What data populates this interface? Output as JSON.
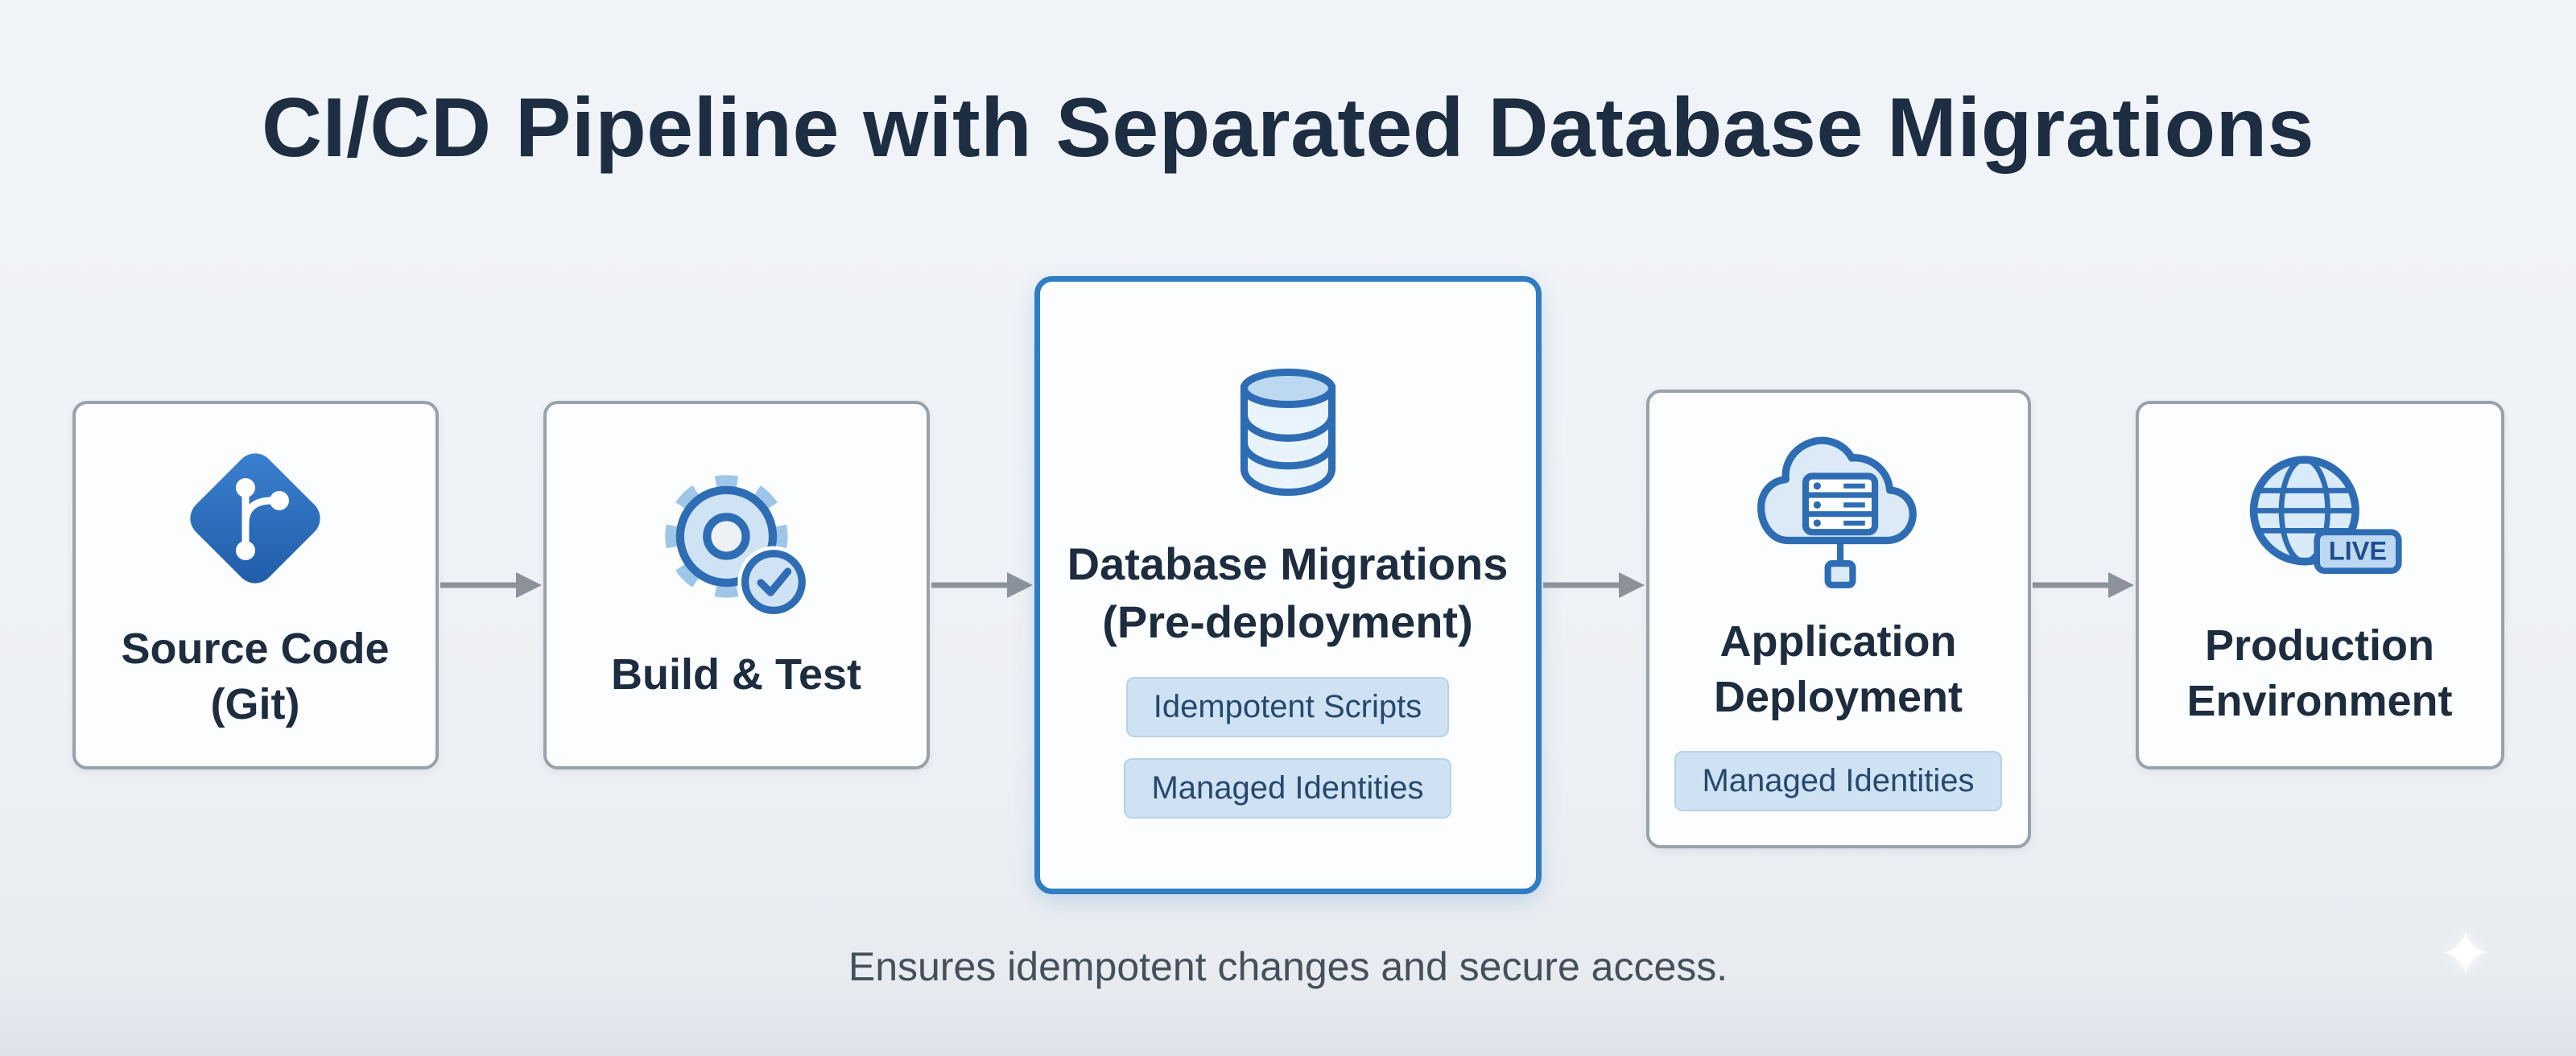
{
  "title": "CI/CD Pipeline with Separated Database Migrations",
  "caption": "Ensures idempotent changes and secure access.",
  "watermark": {
    "glyph": "✦"
  },
  "colors": {
    "background": "#eef1f5",
    "title_text": "#1d2d42",
    "box_border": "#99a1ab",
    "box_background": "#fcfdfe",
    "highlight_border": "#2f7dc2",
    "badge_background": "#cfe2f4",
    "badge_text": "#27486c",
    "arrow": "#8b929c",
    "icon_stroke": "#2e6db4",
    "icon_fill": "#cfe3f5"
  },
  "nodes": [
    {
      "id": "source-code",
      "icon": "git-icon",
      "lines": [
        "Source Code",
        "(Git)"
      ],
      "badges": []
    },
    {
      "id": "build-test",
      "icon": "gear-check-icon",
      "lines": [
        "Build & Test"
      ],
      "badges": []
    },
    {
      "id": "db-migrations",
      "icon": "database-icon",
      "lines": [
        "Database Migrations",
        "(Pre-deployment)"
      ],
      "badges": [
        "Idempotent Scripts",
        "Managed Identities"
      ],
      "highlighted": true
    },
    {
      "id": "app-deployment",
      "icon": "cloud-server-icon",
      "lines": [
        "Application",
        "Deployment"
      ],
      "badges": [
        "Managed Identities"
      ]
    },
    {
      "id": "production-env",
      "icon": "globe-live-icon",
      "lines": [
        "Production",
        "Environment"
      ],
      "badges": [],
      "live_label": "LIVE"
    }
  ]
}
